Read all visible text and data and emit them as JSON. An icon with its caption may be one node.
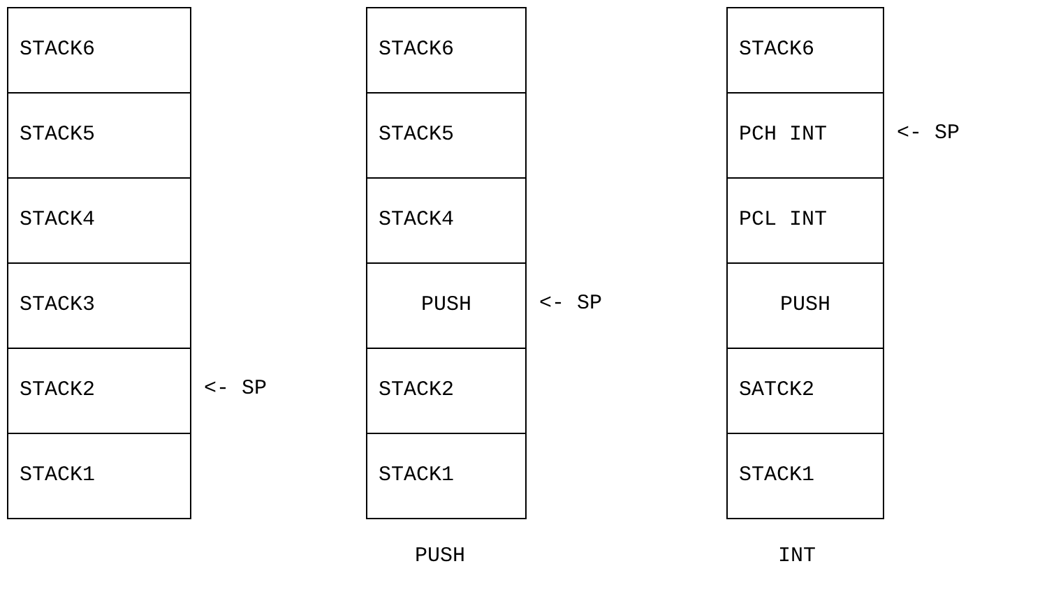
{
  "diagram": {
    "nodes": [
      {
        "text": [
          "STACK6"
        ]
      },
      {
        "text": [
          "STACK5"
        ]
      },
      {
        "text": [
          "STACK4"
        ]
      },
      {
        "text": [
          "STACK3"
        ]
      },
      {
        "text": [
          "STACK2"
        ],
        "beside": [
          "<- SP"
        ]
      },
      {
        "text": [
          "STACK1"
        ]
      },
      {
        "text": [
          "STACK6"
        ]
      },
      {
        "text": [
          "STACK5"
        ]
      },
      {
        "text": [
          "STACK4"
        ]
      },
      {
        "text": [
          "PUSH"
        ],
        "beside": [
          "<- SP"
        ]
      },
      {
        "text": [
          "STACK2"
        ]
      },
      {
        "text": [
          "STACK1"
        ]
      },
      {
        "text": [
          "STACK6"
        ]
      },
      {
        "text": [
          "PCH INT"
        ],
        "beside": [
          "<- SP"
        ]
      },
      {
        "text": [
          "PCL INT"
        ]
      },
      {
        "text": [
          "PUSH"
        ]
      },
      {
        "text": [
          "SATCK2"
        ]
      },
      {
        "text": [
          "STACK1"
        ]
      }
    ],
    "labels": [
      "PUSH",
      "INT"
    ]
  }
}
